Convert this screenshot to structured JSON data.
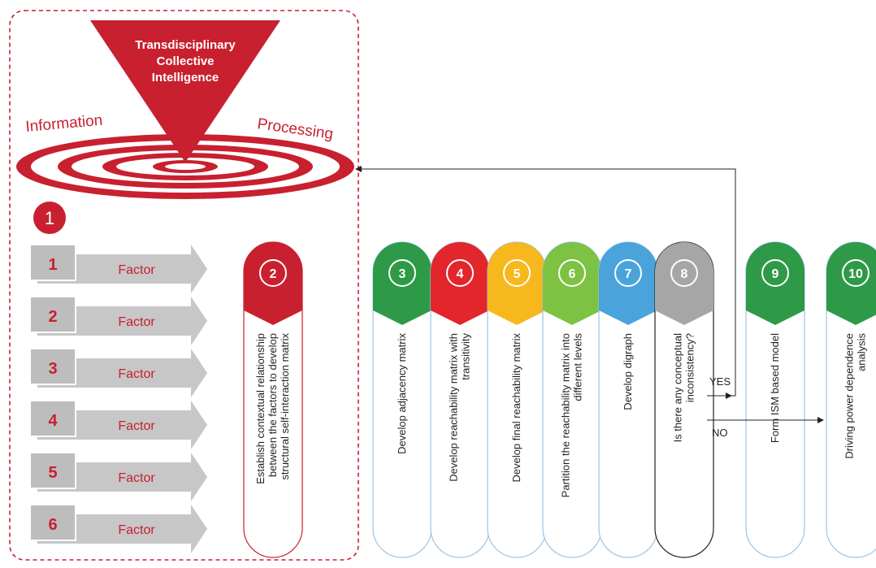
{
  "header": {
    "title_lines": [
      "Transdisciplinary",
      "Collective",
      "Intelligence"
    ],
    "arc_left": "Information",
    "arc_right": "Processing"
  },
  "step1": {
    "number": "1",
    "factors": [
      {
        "num": "1",
        "label": "Factor"
      },
      {
        "num": "2",
        "label": "Factor"
      },
      {
        "num": "3",
        "label": "Factor"
      },
      {
        "num": "4",
        "label": "Factor"
      },
      {
        "num": "5",
        "label": "Factor"
      },
      {
        "num": "6",
        "label": "Factor"
      }
    ]
  },
  "steps": [
    {
      "num": "2",
      "color": "#c8202f",
      "lines": [
        "Establish contextual relationship",
        "between the factors to develop",
        "structural self-interaction matrix"
      ]
    },
    {
      "num": "3",
      "color": "#2e9a47",
      "lines": [
        "Develop adjacency matrix"
      ]
    },
    {
      "num": "4",
      "color": "#e3262c",
      "lines": [
        "Develop reachability matrix with",
        "transitivity"
      ]
    },
    {
      "num": "5",
      "color": "#f6b81c",
      "lines": [
        "Develop final reachability matrix"
      ]
    },
    {
      "num": "6",
      "color": "#7dc242",
      "lines": [
        "Partition the reachability matrix into",
        "different levels"
      ]
    },
    {
      "num": "7",
      "color": "#4ba3dc",
      "lines": [
        "Develop digraph"
      ]
    },
    {
      "num": "8",
      "color": "#a6a6a6",
      "lines": [
        "Is there any conceptual",
        "inconsistency?"
      ]
    },
    {
      "num": "9",
      "color": "#2e9a47",
      "lines": [
        "Form ISM based model"
      ]
    },
    {
      "num": "10",
      "color": "#2e9a47",
      "lines": [
        "Driving power dependence",
        "analysis"
      ]
    }
  ],
  "decision": {
    "yes": "YES",
    "no": "NO"
  },
  "colors": {
    "brand_red": "#c8202f",
    "factor_grey": "#c7c7c7",
    "pill_outline": "#9dc3e6"
  }
}
